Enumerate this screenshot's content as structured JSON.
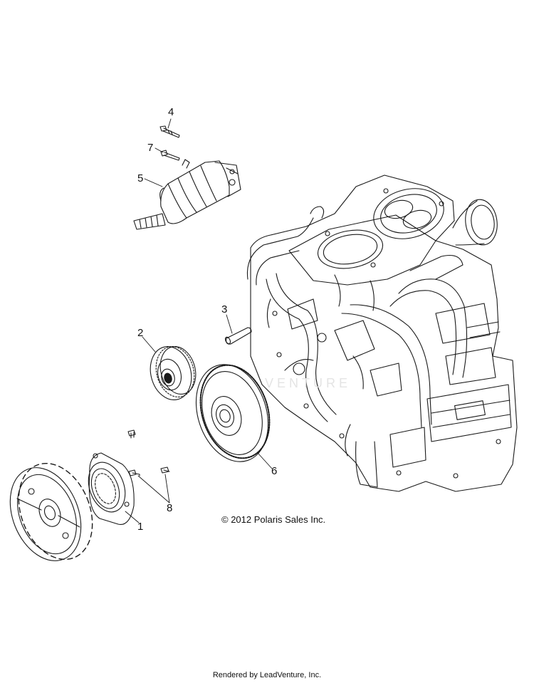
{
  "callouts": {
    "c1": "1",
    "c2": "2",
    "c3": "3",
    "c4": "4",
    "c5": "5",
    "c6": "6",
    "c7": "7",
    "c8": "8"
  },
  "copyright": "© 2012 Polaris Sales Inc.",
  "footer": "Rendered by LeadVenture, Inc.",
  "watermark": "VENTURE",
  "colors": {
    "line": "#1a1a1a",
    "background": "#ffffff"
  }
}
